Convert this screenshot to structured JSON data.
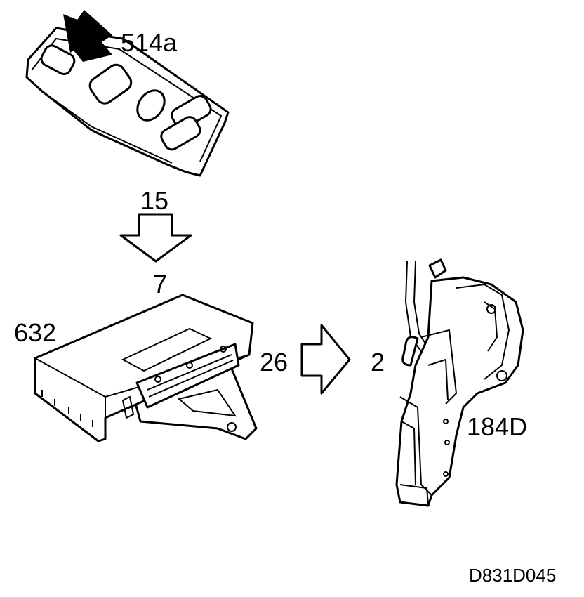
{
  "labels": {
    "switch_panel": "514a",
    "arrow_signal_1": "15",
    "module_pin": "7",
    "control_module": "632",
    "arrow_signal_2": "26",
    "lock_pin": "2",
    "door_lock": "184D"
  },
  "reference_code": "D831D045"
}
